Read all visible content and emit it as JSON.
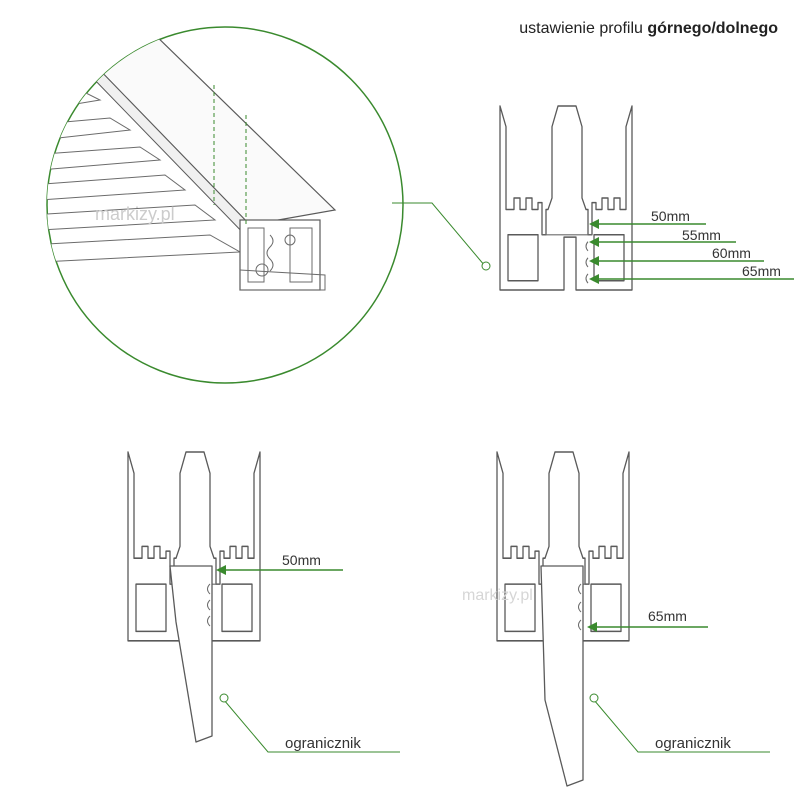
{
  "header": {
    "prefix": "ustawienie profilu ",
    "bold": "górnego/dolnego"
  },
  "top_diagram": {
    "measurements": [
      "50mm",
      "55mm",
      "60mm",
      "65mm"
    ],
    "watermark": "markizy.pl"
  },
  "bottom_left": {
    "measurement": "50mm",
    "part_label": "ogranicznik"
  },
  "bottom_right": {
    "measurement": "65mm",
    "part_label": "ogranicznik",
    "watermark": "markizy.pl"
  },
  "colors": {
    "accent_green": "#3a8a2e",
    "outline_gray": "#5a5a5a"
  }
}
